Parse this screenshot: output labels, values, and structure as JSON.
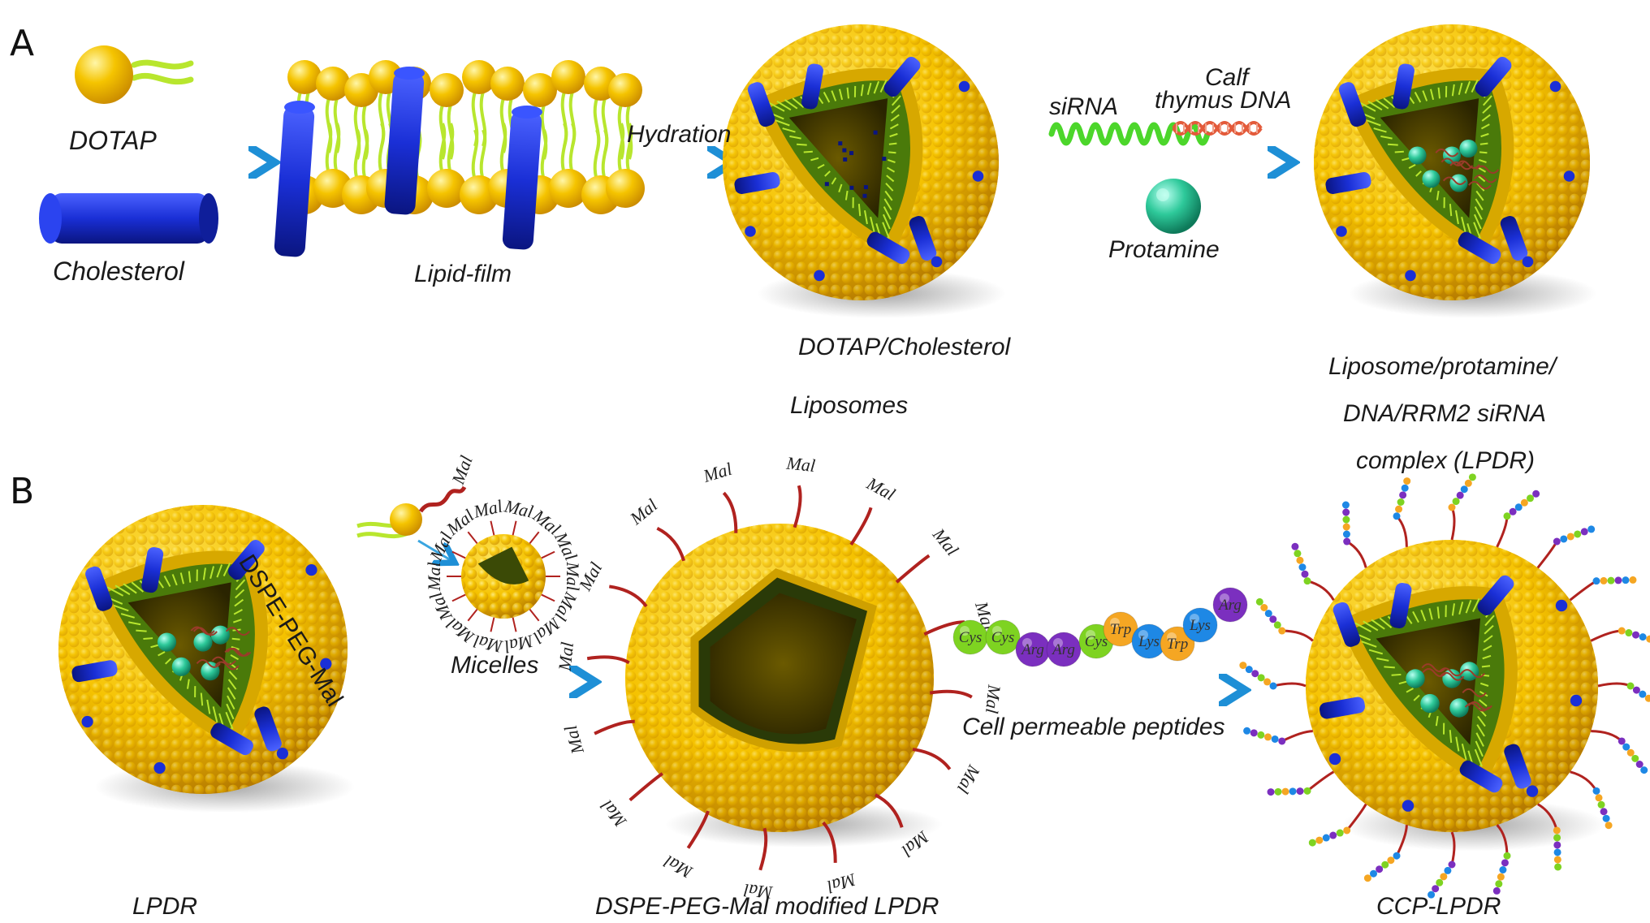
{
  "panels": {
    "a": "A",
    "b": "B"
  },
  "labels": {
    "dotap": "DOTAP",
    "cholesterol": "Cholesterol",
    "lipid_film": "Lipid-film",
    "hydration": "Hydration",
    "dotap_chol_1": "DOTAP/Cholesterol",
    "dotap_chol_2": "Liposomes",
    "sirna": "siRNA",
    "calf": "Calf",
    "thymus_dna": "thymus DNA",
    "protamine": "Protamine",
    "lpdr_desc_1": "Liposome/protamine/",
    "lpdr_desc_2": "DNA/RRM2 siRNA",
    "lpdr_desc_3": "complex (LPDR)",
    "dspe_peg_mal": "DSPE-PEG-Mal",
    "micelles": "Micelles",
    "cpp": "Cell permeable peptides",
    "lpdr": "LPDR",
    "dspe_modified": "DSPE-PEG-Mal modified LPDR",
    "ccp_lpdr": "CCP-LPDR",
    "mal": "Mal"
  },
  "peptide_chain": [
    {
      "name": "Cys",
      "color": "#7ed321"
    },
    {
      "name": "Cys",
      "color": "#7ed321"
    },
    {
      "name": "Arg",
      "color": "#7b2fbf"
    },
    {
      "name": "Arg",
      "color": "#7b2fbf"
    },
    {
      "name": "Cys",
      "color": "#7ed321"
    },
    {
      "name": "Trp",
      "color": "#f5a623"
    },
    {
      "name": "Lys",
      "color": "#1e88e5"
    },
    {
      "name": "Trp",
      "color": "#f5a623"
    },
    {
      "name": "Lys",
      "color": "#1e88e5"
    },
    {
      "name": "Arg",
      "color": "#7b2fbf"
    }
  ],
  "colors": {
    "lipid": "#f5c400",
    "cholesterol": "#1a2fd6",
    "tail": "#b8e62e",
    "arrow": "#3aa5e0",
    "peg": "#b0221f",
    "protamine": "#2ec99a"
  }
}
